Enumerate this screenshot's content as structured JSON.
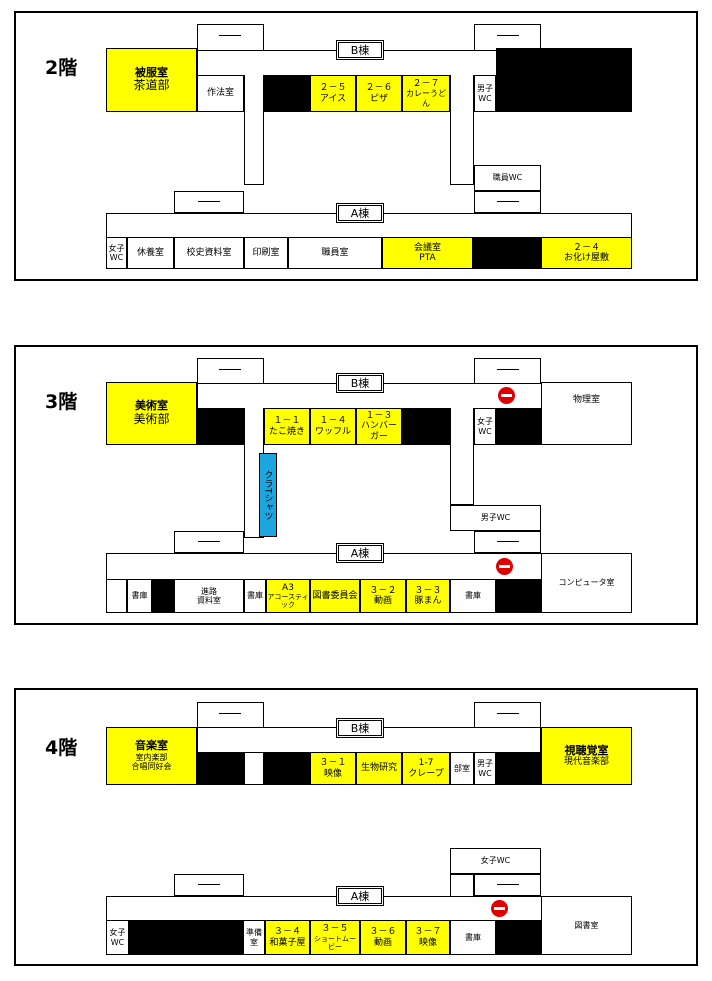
{
  "floor2": {
    "label": "2階",
    "building_b": "B棟",
    "building_a": "A棟",
    "rooms_top": [
      {
        "line1": "被服室",
        "line2": "茶道部"
      },
      {
        "line1": "作法室"
      },
      {
        "line1": "２－５",
        "line2": "アイス"
      },
      {
        "line1": "２－６",
        "line2": "ピザ"
      },
      {
        "line1": "２－７",
        "line2": "カレーうどん"
      },
      {
        "line1": "男子",
        "line2": "WC"
      }
    ],
    "staff_wc": "職員WC",
    "rooms_bottom": [
      {
        "line1": "女子",
        "line2": "WC"
      },
      {
        "line1": "休養室"
      },
      {
        "line1": "校史資料室"
      },
      {
        "line1": "印刷室"
      },
      {
        "line1": "職員室"
      },
      {
        "line1": "会議室",
        "line2": "PTA"
      },
      {
        "line1": "２－４",
        "line2": "お化け屋敷"
      }
    ]
  },
  "floor3": {
    "label": "3階",
    "building_b": "B棟",
    "building_a": "A棟",
    "rooms_top": [
      {
        "line1": "美術室",
        "line2": "美術部"
      },
      {
        "line1": "１－１",
        "line2": "たこ焼き"
      },
      {
        "line1": "１－４",
        "line2": "ワッフル"
      },
      {
        "line1": "１－３",
        "line2": "ハンバー",
        "line3": "ガー"
      },
      {
        "line1": "女子",
        "line2": "WC"
      },
      {
        "line1": "物理室"
      }
    ],
    "corridor_label": "クラTシャツ",
    "male_wc": "男子WC",
    "rooms_bottom": [
      {
        "line1": "書庫"
      },
      {
        "line1": "進路",
        "line2": "資料室"
      },
      {
        "line1": "書庫"
      },
      {
        "line1": "A3",
        "line2": "アコースティック"
      },
      {
        "line1": "図書委員会"
      },
      {
        "line1": "３－２",
        "line2": "動画"
      },
      {
        "line1": "３－３",
        "line2": "豚まん"
      },
      {
        "line1": "書庫"
      },
      {
        "line1": "コンピュータ室"
      }
    ]
  },
  "floor4": {
    "label": "4階",
    "building_b": "B棟",
    "building_a": "A棟",
    "rooms_top": [
      {
        "line1": "音楽室",
        "line2": "室内楽部",
        "line3": "合唱同好会"
      },
      {
        "line1": "３－１",
        "line2": "映像"
      },
      {
        "line1": "生物研究"
      },
      {
        "line1": "1-7",
        "line2": "クレープ"
      },
      {
        "line1": "部室"
      },
      {
        "line1": "男子",
        "line2": "WC"
      },
      {
        "line1": "視聴覚室",
        "line2": "現代音楽部"
      }
    ],
    "female_wc": "女子WC",
    "rooms_bottom": [
      {
        "line1": "女子",
        "line2": "WC"
      },
      {
        "line1": "準備",
        "line2": "室"
      },
      {
        "line1": "３－４",
        "line2": "和菓子屋"
      },
      {
        "line1": "３－５",
        "line2": "ショートムービー"
      },
      {
        "line1": "３－６",
        "line2": "動画"
      },
      {
        "line1": "３－７",
        "line2": "映像"
      },
      {
        "line1": "書庫"
      },
      {
        "line1": "図書室"
      }
    ]
  }
}
